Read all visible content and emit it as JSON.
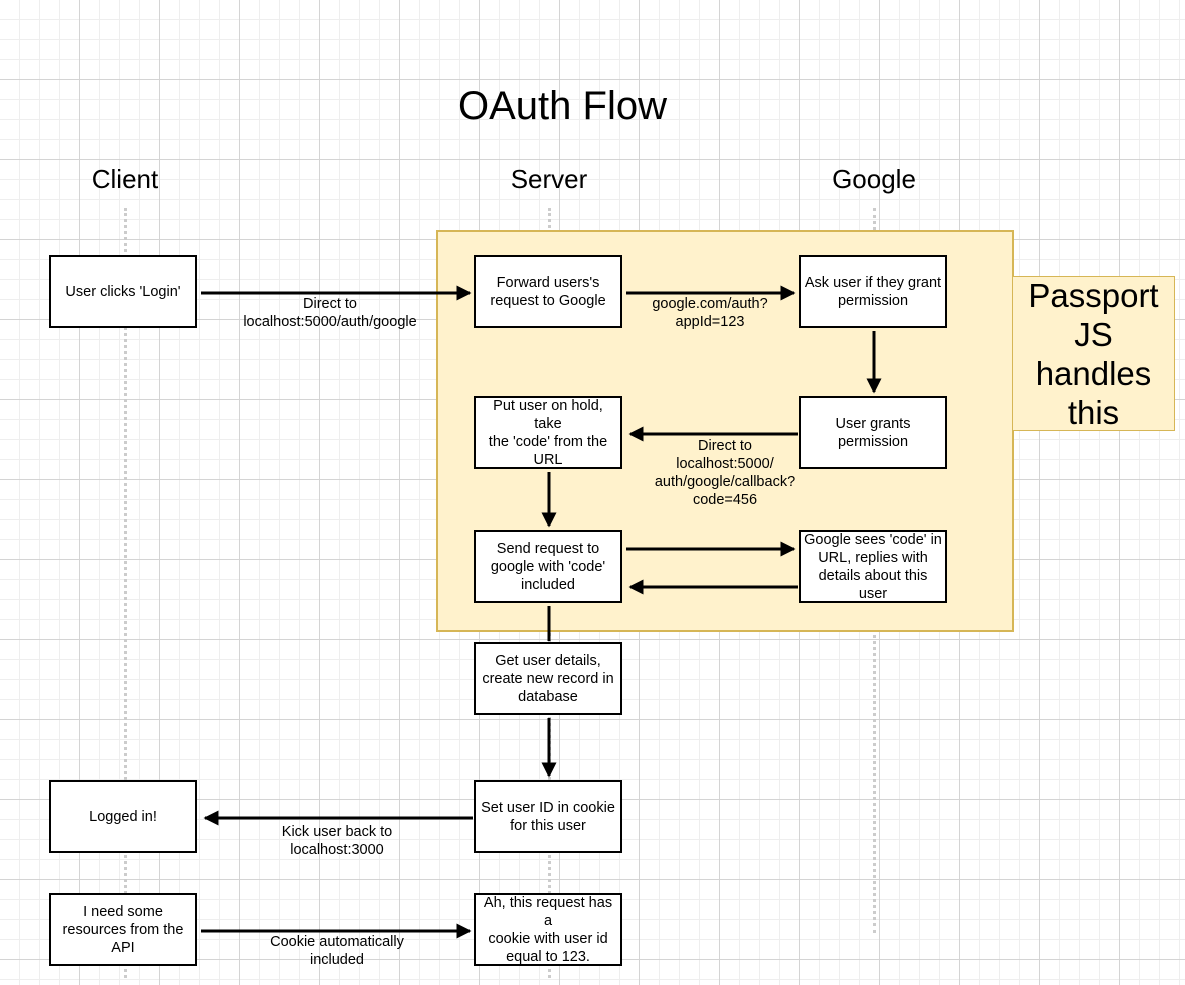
{
  "diagram": {
    "title": "OAuth Flow",
    "lanes": {
      "client": "Client",
      "server": "Server",
      "google": "Google"
    },
    "passport_note": "Passport\nJS\nhandles\nthis",
    "boxes": {
      "user_clicks_login": "User clicks 'Login'",
      "forward_request": "Forward users's\nrequest to Google",
      "ask_permission": "Ask user if they grant\npermission",
      "user_grants": "User grants\npermission",
      "put_on_hold": "Put user on hold, take\nthe 'code' from the\nURL",
      "send_request_code": "Send request to\ngoogle with 'code'\nincluded",
      "google_sees_code": "Google sees 'code' in\nURL, replies with\ndetails about this user",
      "get_user_details": "Get user details,\ncreate new record in\ndatabase",
      "set_user_id": "Set user ID in cookie\nfor this user",
      "logged_in": "Logged in!",
      "need_resources": "I need some\nresources from the\nAPI",
      "request_has_cookie": "Ah, this request has a\ncookie with user id\nequal to 123."
    },
    "edge_labels": {
      "direct_to_auth_google": "Direct to\nlocalhost:5000/auth/google",
      "google_auth_url": "google.com/auth?\nappId=123",
      "direct_to_callback": "Direct to\nlocalhost:5000/\nauth/google/callback?\ncode=456",
      "kick_user_back": "Kick user back to\nlocalhost:3000",
      "cookie_included": "Cookie automatically\nincluded"
    }
  }
}
